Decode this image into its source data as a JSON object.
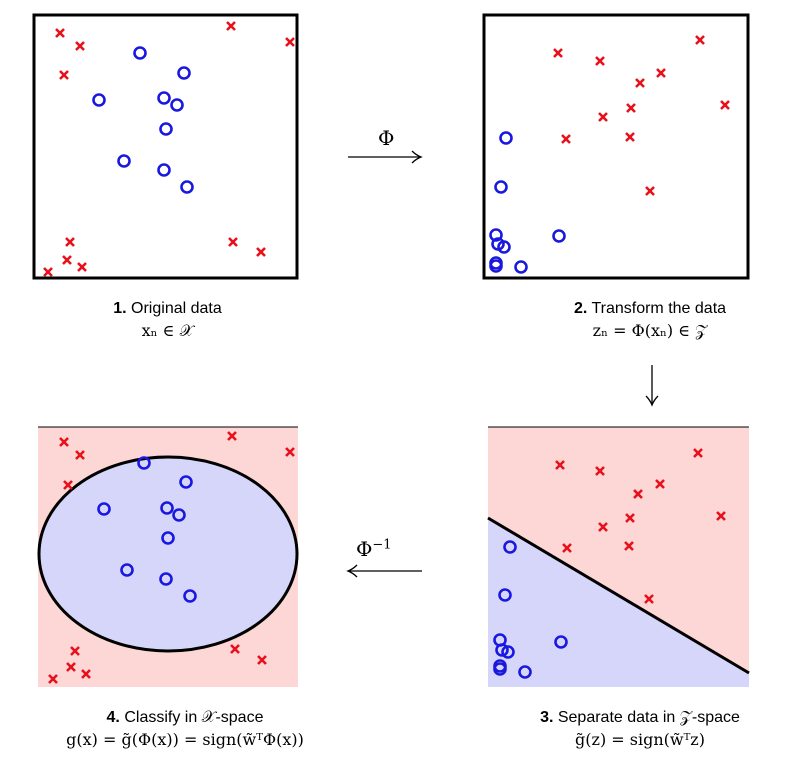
{
  "steps": [
    {
      "num": "1.",
      "title": "Original data",
      "formula": "xₙ ∈ 𝒳"
    },
    {
      "num": "2.",
      "title": "Transform the data",
      "formula": "zₙ = Φ(xₙ) ∈ 𝒵"
    },
    {
      "num": "3.",
      "title": "Separate data in 𝒵-space",
      "formula": "g̃(z) = sign(w̃ᵀz)"
    },
    {
      "num": "4.",
      "title": "Classify in 𝒳-space",
      "formula": "g(x) = g̃(Φ(x)) = sign(w̃ᵀΦ(x))"
    }
  ],
  "arrows": {
    "phi": "Φ",
    "phi_inverse_base": "Φ",
    "phi_inverse_sup": "−1"
  },
  "colors": {
    "cross": "#e8101a",
    "circle": "#1818e0",
    "red_region": "#fdd6d6",
    "blue_region": "#d6d6fa"
  },
  "markers": {
    "cross": "x-marker",
    "circle": "o-marker"
  }
}
